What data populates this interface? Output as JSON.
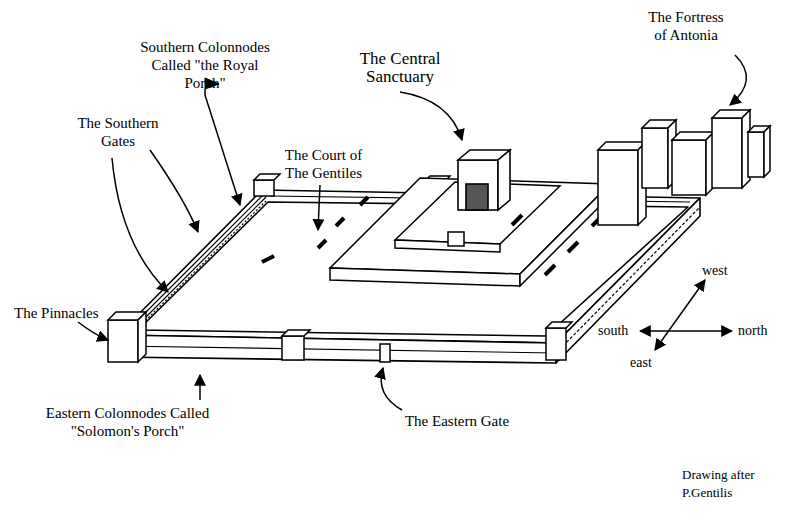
{
  "diagram": {
    "labels": [
      "Southern Colonnodes Called \"the Royal Porch\"",
      "The Southern Gates",
      "The Pinnacles",
      "The Court of The Gentiles",
      "The Central Sanctuary",
      "The Fortress of Antonia",
      "west",
      "south",
      "north",
      "east",
      "Eastern Colonnodes Called \"Solomon's Porch\"",
      "The Eastern Gate",
      "Drawing after P.Gentilis"
    ]
  }
}
